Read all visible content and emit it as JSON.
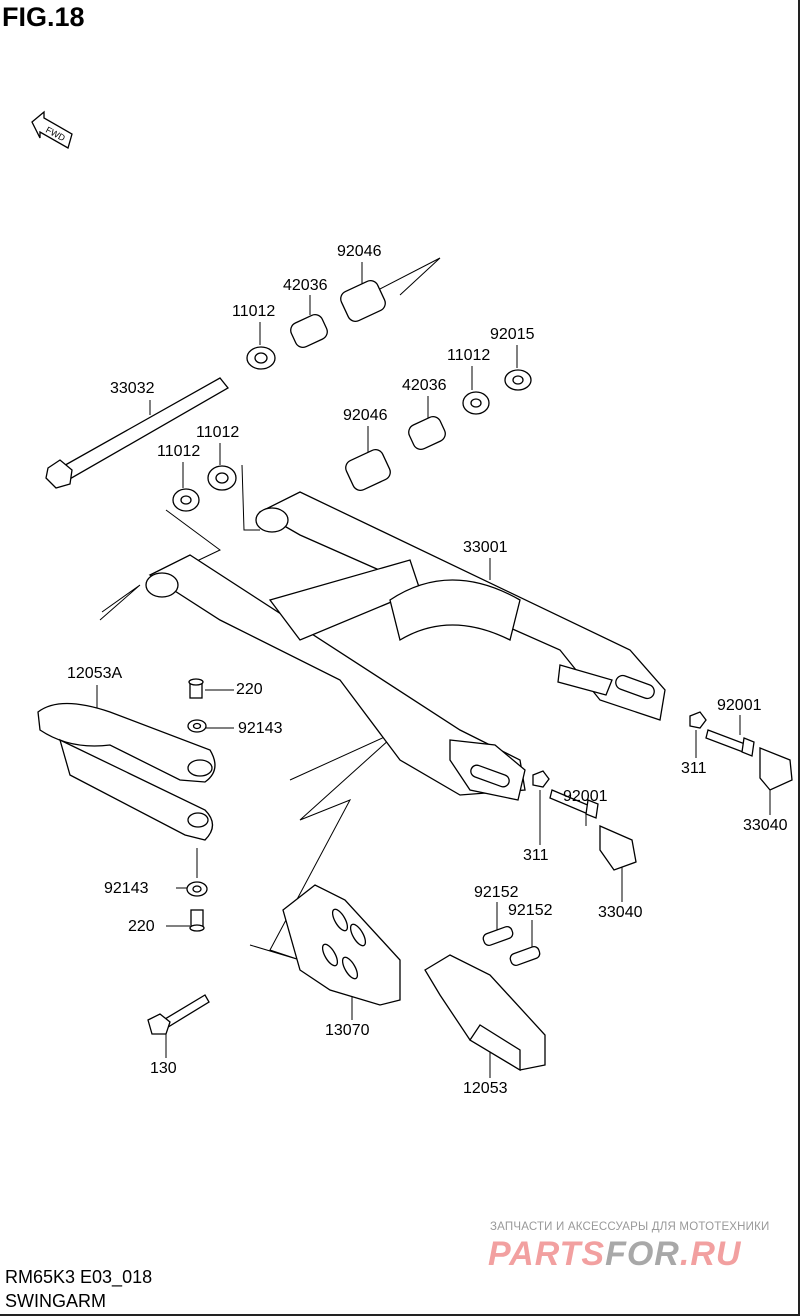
{
  "figure": {
    "title": "FIG.18",
    "model_code": "RM65K3 E03_018",
    "section": "SWINGARM",
    "fwd_label": "FWD"
  },
  "callouts": [
    {
      "id": "c1",
      "part": "92046"
    },
    {
      "id": "c2",
      "part": "42036"
    },
    {
      "id": "c3",
      "part": "11012"
    },
    {
      "id": "c4",
      "part": "92015"
    },
    {
      "id": "c5",
      "part": "11012"
    },
    {
      "id": "c6",
      "part": "33032"
    },
    {
      "id": "c7",
      "part": "42036"
    },
    {
      "id": "c8",
      "part": "92046"
    },
    {
      "id": "c9",
      "part": "11012"
    },
    {
      "id": "c10",
      "part": "11012"
    },
    {
      "id": "c11",
      "part": "33001"
    },
    {
      "id": "c12",
      "part": "12053A"
    },
    {
      "id": "c13",
      "part": "220"
    },
    {
      "id": "c14",
      "part": "92143"
    },
    {
      "id": "c15",
      "part": "92001"
    },
    {
      "id": "c16",
      "part": "311"
    },
    {
      "id": "c17",
      "part": "92001"
    },
    {
      "id": "c18",
      "part": "33040"
    },
    {
      "id": "c19",
      "part": "311"
    },
    {
      "id": "c20",
      "part": "92143"
    },
    {
      "id": "c21",
      "part": "92152"
    },
    {
      "id": "c22",
      "part": "92152"
    },
    {
      "id": "c23",
      "part": "33040"
    },
    {
      "id": "c24",
      "part": "220"
    },
    {
      "id": "c25",
      "part": "13070"
    },
    {
      "id": "c26",
      "part": "130"
    },
    {
      "id": "c27",
      "part": "12053"
    }
  ],
  "watermark": {
    "subtitle": "ЗАПЧАСТИ И АКСЕССУАРЫ ДЛЯ МОТОТЕХНИКИ",
    "logo_a": "PARTS",
    "logo_b": "FOR",
    "logo_c": ".RU",
    "color_a": "#f2a0a0",
    "color_b": "#a8a8a8"
  }
}
